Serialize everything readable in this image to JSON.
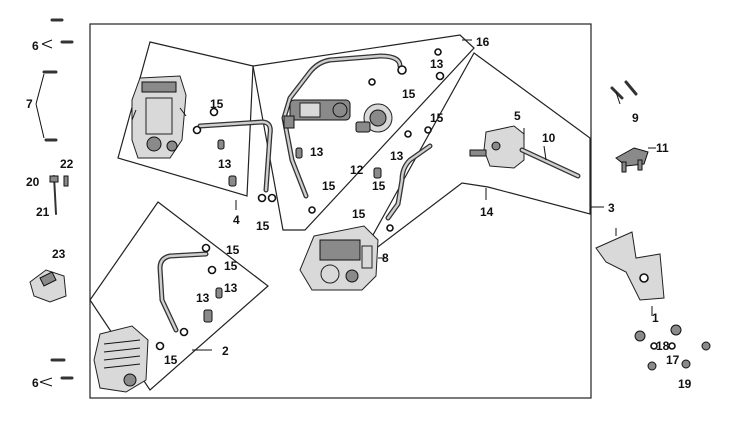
{
  "labels": {
    "l1": "1",
    "l2": "2",
    "l3": "3",
    "l4": "4",
    "l5": "5",
    "l6a": "6",
    "l6b": "6",
    "l7": "7",
    "l8": "8",
    "l9": "9",
    "l10": "10",
    "l11": "11",
    "l12": "12",
    "l13a": "13",
    "l13b": "13",
    "l13c": "13",
    "l13d": "13",
    "l13e": "13",
    "l13f": "13",
    "l14": "14",
    "l15a": "15",
    "l15b": "15",
    "l15c": "15",
    "l15d": "15",
    "l15e": "15",
    "l15f": "15",
    "l15g": "15",
    "l15h": "15",
    "l15i": "15",
    "l15j": "15",
    "l16": "16",
    "l17": "17",
    "l18": "18",
    "l19": "19",
    "l20": "20",
    "l21": "21",
    "l22": "22",
    "l23": "23"
  },
  "icons": {
    "front_caliper": "brake-caliper-icon",
    "rear_caliper": "brake-caliper-icon",
    "abs_unit": "abs-modulator-icon",
    "master_cylinder": "master-cylinder-icon",
    "reservoir": "reservoir-icon",
    "bracket": "bracket-icon",
    "sensor": "sensor-icon"
  }
}
